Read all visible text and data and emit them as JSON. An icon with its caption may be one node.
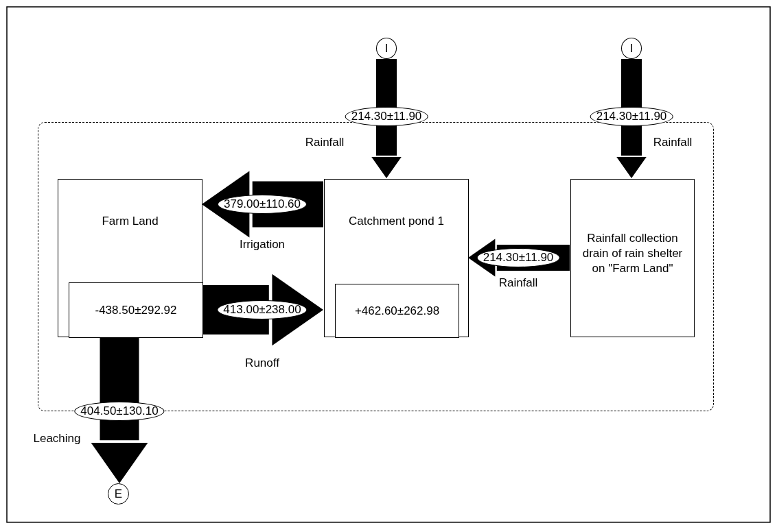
{
  "diagram": {
    "nodes": [
      {
        "text": [],
        "shape": "box"
      },
      {
        "text": [
          "I"
        ]
      },
      {
        "text": [
          "I"
        ]
      },
      {
        "text": [
          "Farm Land"
        ],
        "in": 0
      },
      {
        "text": [
          "-438.50±292.92"
        ],
        "in": 3
      },
      {
        "text": [
          "Catchment pond 1"
        ],
        "in": 0
      },
      {
        "text": [
          "+462.60±262.98"
        ],
        "in": 5
      },
      {
        "text": [
          "Rainfall collection drain of rain shelter on \"Farm Land\""
        ],
        "in": 0
      },
      {
        "text": [
          "E"
        ]
      }
    ],
    "edges": [
      {
        "from": 1,
        "to": 5,
        "arrow": "to",
        "label": "214.30±11.90"
      },
      {
        "from": 2,
        "to": 7,
        "arrow": "to",
        "label": "214.30±11.90"
      },
      {
        "from": 5,
        "to": 3,
        "arrow": "to",
        "label": "379.00±110.60"
      },
      {
        "from": 3,
        "to": 5,
        "arrow": "to",
        "label": "413.00±238.00"
      },
      {
        "from": 7,
        "to": 5,
        "arrow": "to",
        "label": "214.30±11.90"
      },
      {
        "from": 3,
        "to": 8,
        "arrow": "to",
        "label": "404.50±130.10"
      }
    ],
    "labels": [
      "Rainfall",
      "Rainfall",
      "Irrigation",
      "Rainfall",
      "Runoff",
      "Leaching"
    ]
  }
}
